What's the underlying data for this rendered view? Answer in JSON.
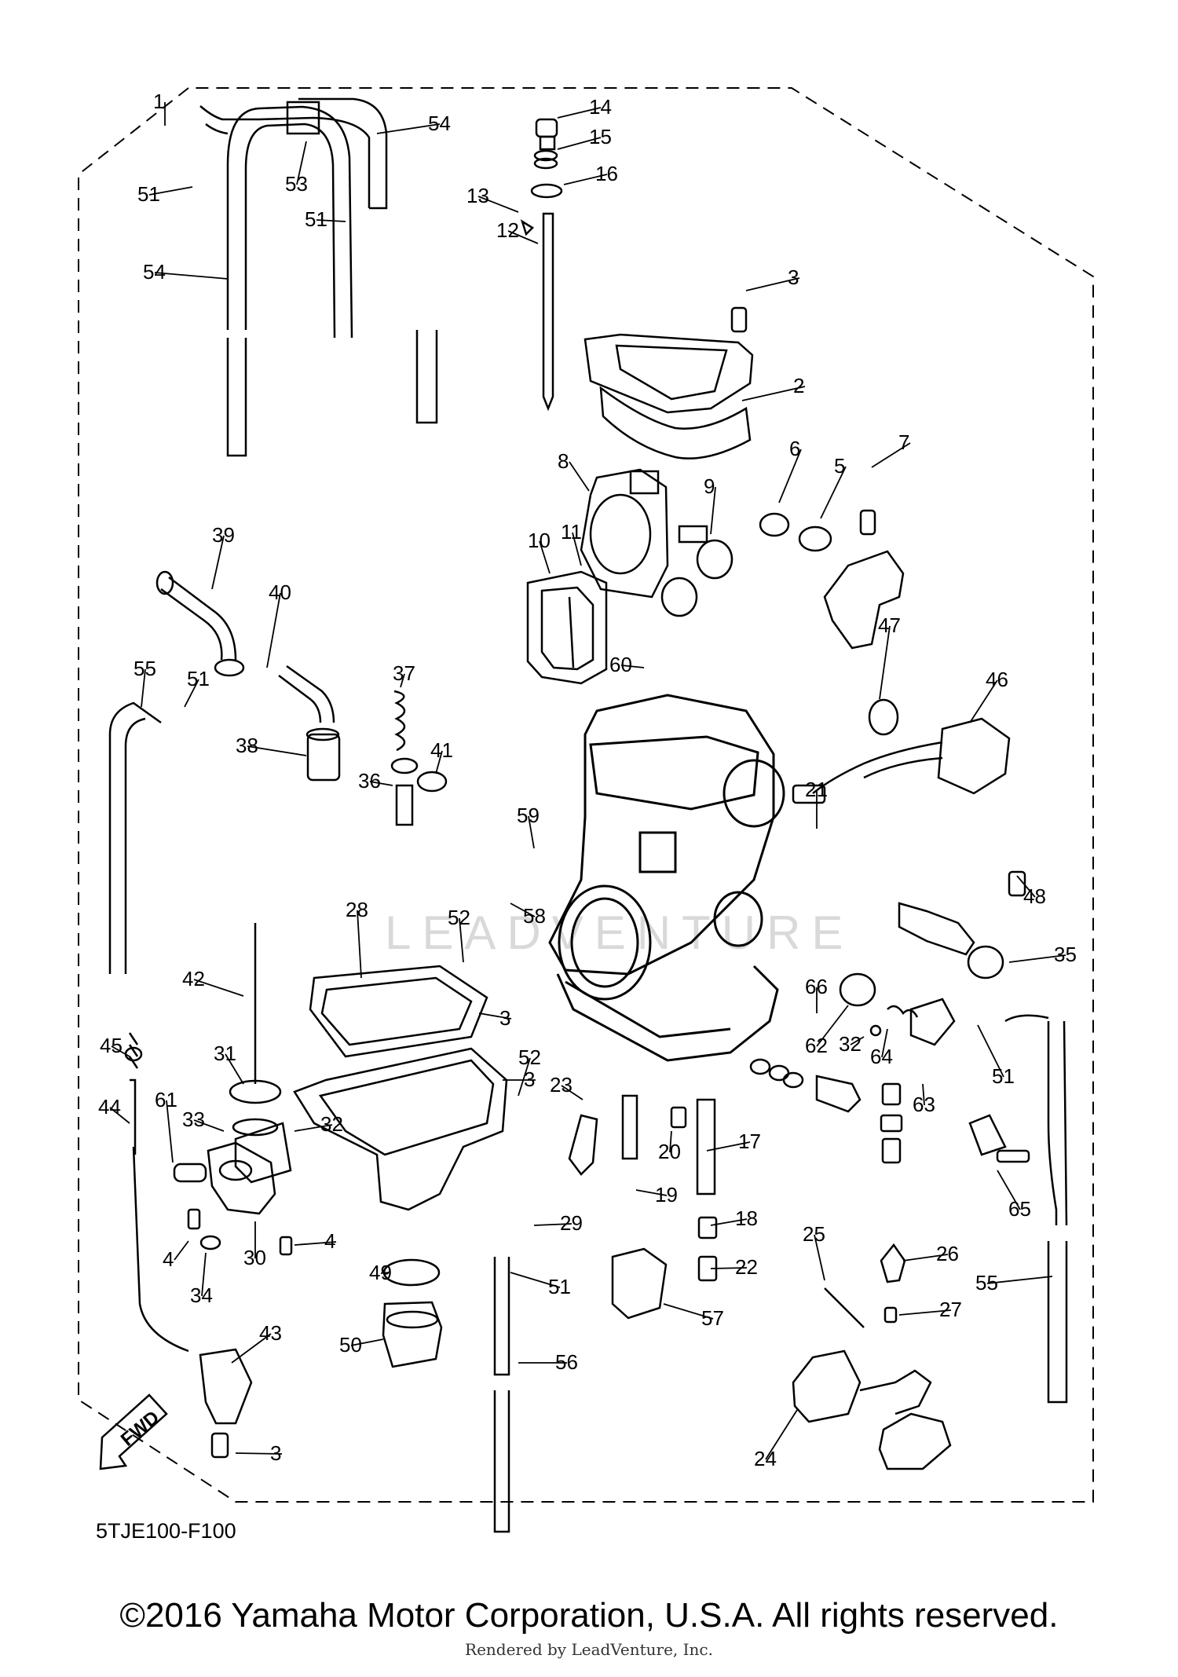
{
  "diagram": {
    "code": "5TJE100-F100",
    "fwd_label": "FWD",
    "watermark": "LEADVENTURE",
    "copyright": "©2016 Yamaha Motor Corporation, U.S.A. All rights reserved.",
    "rendered_by": "Rendered by LeadVenture, Inc.",
    "callouts": [
      {
        "id": "c1",
        "text": "1"
      },
      {
        "id": "c2",
        "text": "2"
      },
      {
        "id": "c3a",
        "text": "3"
      },
      {
        "id": "c3b",
        "text": "3"
      },
      {
        "id": "c3c",
        "text": "3"
      },
      {
        "id": "c3d",
        "text": "3"
      },
      {
        "id": "c4a",
        "text": "4"
      },
      {
        "id": "c4b",
        "text": "4"
      },
      {
        "id": "c5",
        "text": "5"
      },
      {
        "id": "c6",
        "text": "6"
      },
      {
        "id": "c7",
        "text": "7"
      },
      {
        "id": "c8",
        "text": "8"
      },
      {
        "id": "c9",
        "text": "9"
      },
      {
        "id": "c10",
        "text": "10"
      },
      {
        "id": "c11",
        "text": "11"
      },
      {
        "id": "c12",
        "text": "12"
      },
      {
        "id": "c13",
        "text": "13"
      },
      {
        "id": "c14",
        "text": "14"
      },
      {
        "id": "c15",
        "text": "15"
      },
      {
        "id": "c16",
        "text": "16"
      },
      {
        "id": "c17",
        "text": "17"
      },
      {
        "id": "c18",
        "text": "18"
      },
      {
        "id": "c19",
        "text": "19"
      },
      {
        "id": "c20",
        "text": "20"
      },
      {
        "id": "c21",
        "text": "21"
      },
      {
        "id": "c22",
        "text": "22"
      },
      {
        "id": "c23",
        "text": "23"
      },
      {
        "id": "c24",
        "text": "24"
      },
      {
        "id": "c25",
        "text": "25"
      },
      {
        "id": "c26",
        "text": "26"
      },
      {
        "id": "c27",
        "text": "27"
      },
      {
        "id": "c28",
        "text": "28"
      },
      {
        "id": "c29",
        "text": "29"
      },
      {
        "id": "c30",
        "text": "30"
      },
      {
        "id": "c31",
        "text": "31"
      },
      {
        "id": "c32a",
        "text": "32"
      },
      {
        "id": "c32b",
        "text": "32"
      },
      {
        "id": "c33",
        "text": "33"
      },
      {
        "id": "c34",
        "text": "34"
      },
      {
        "id": "c35",
        "text": "35"
      },
      {
        "id": "c36",
        "text": "36"
      },
      {
        "id": "c37",
        "text": "37"
      },
      {
        "id": "c38",
        "text": "38"
      },
      {
        "id": "c39",
        "text": "39"
      },
      {
        "id": "c40",
        "text": "40"
      },
      {
        "id": "c41",
        "text": "41"
      },
      {
        "id": "c42",
        "text": "42"
      },
      {
        "id": "c43",
        "text": "43"
      },
      {
        "id": "c44",
        "text": "44"
      },
      {
        "id": "c45",
        "text": "45"
      },
      {
        "id": "c46",
        "text": "46"
      },
      {
        "id": "c47",
        "text": "47"
      },
      {
        "id": "c48",
        "text": "48"
      },
      {
        "id": "c49",
        "text": "49"
      },
      {
        "id": "c50",
        "text": "50"
      },
      {
        "id": "c51a",
        "text": "51"
      },
      {
        "id": "c51b",
        "text": "51"
      },
      {
        "id": "c51c",
        "text": "51"
      },
      {
        "id": "c51d",
        "text": "51"
      },
      {
        "id": "c51e",
        "text": "51"
      },
      {
        "id": "c52a",
        "text": "52"
      },
      {
        "id": "c52b",
        "text": "52"
      },
      {
        "id": "c53",
        "text": "53"
      },
      {
        "id": "c54a",
        "text": "54"
      },
      {
        "id": "c54b",
        "text": "54"
      },
      {
        "id": "c55a",
        "text": "55"
      },
      {
        "id": "c55b",
        "text": "55"
      },
      {
        "id": "c56",
        "text": "56"
      },
      {
        "id": "c57",
        "text": "57"
      },
      {
        "id": "c58",
        "text": "58"
      },
      {
        "id": "c59",
        "text": "59"
      },
      {
        "id": "c60",
        "text": "60"
      },
      {
        "id": "c61",
        "text": "61"
      },
      {
        "id": "c62",
        "text": "62"
      },
      {
        "id": "c63",
        "text": "63"
      },
      {
        "id": "c64",
        "text": "64"
      },
      {
        "id": "c65",
        "text": "65"
      },
      {
        "id": "c66",
        "text": "66"
      }
    ]
  }
}
